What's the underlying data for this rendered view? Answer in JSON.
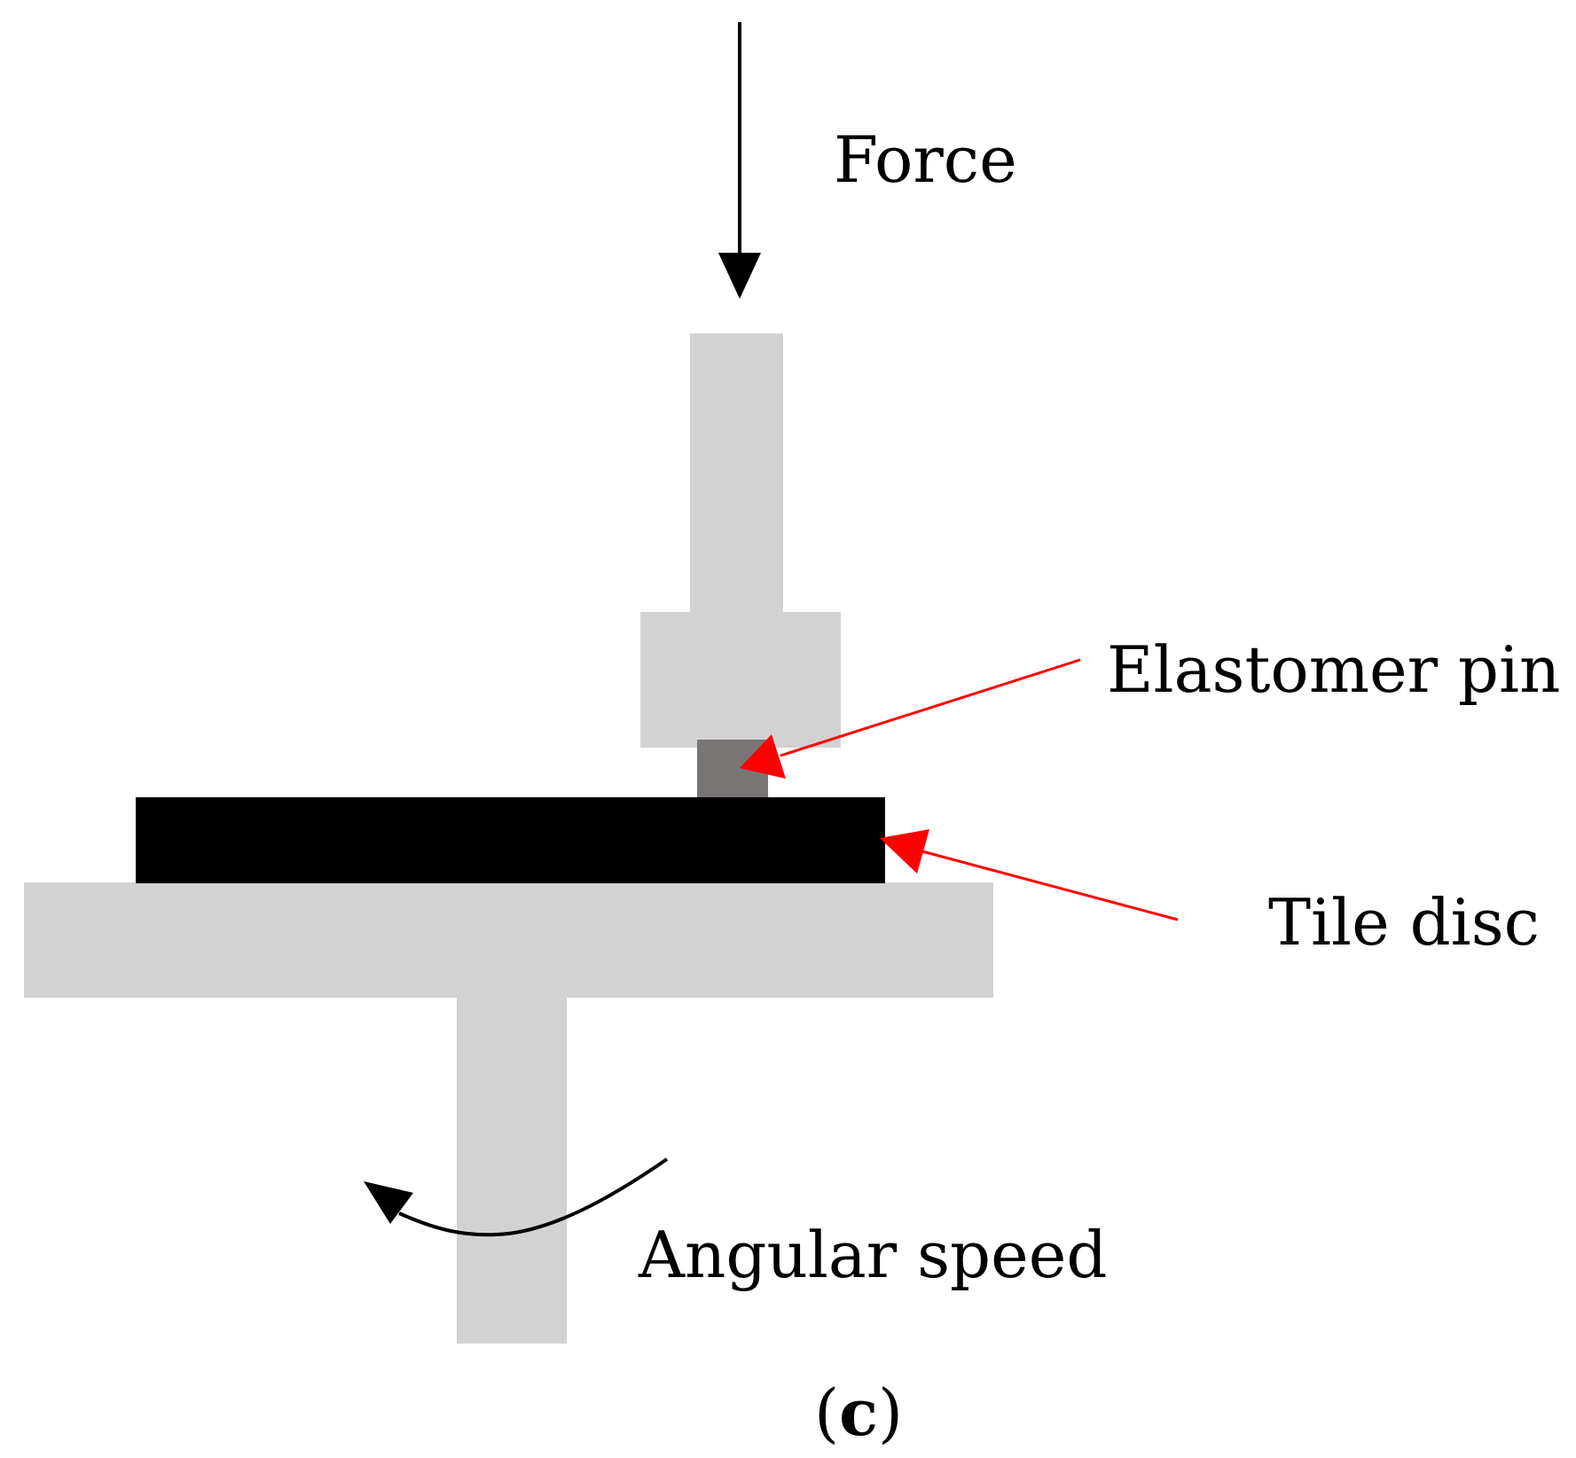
{
  "labels": {
    "force": "Force",
    "elastomer_pin": "Elastomer pin",
    "tile_disc": "Tile disc",
    "angular_speed": "Angular speed",
    "panel_open": "(",
    "panel_letter": "c",
    "panel_close": ")"
  },
  "colors": {
    "fixture_gray": "#d3d2d2",
    "pin_gray": "#797575",
    "disc_black": "#000000",
    "pointer_red": "#ff0000",
    "arrow_black": "#000000"
  }
}
